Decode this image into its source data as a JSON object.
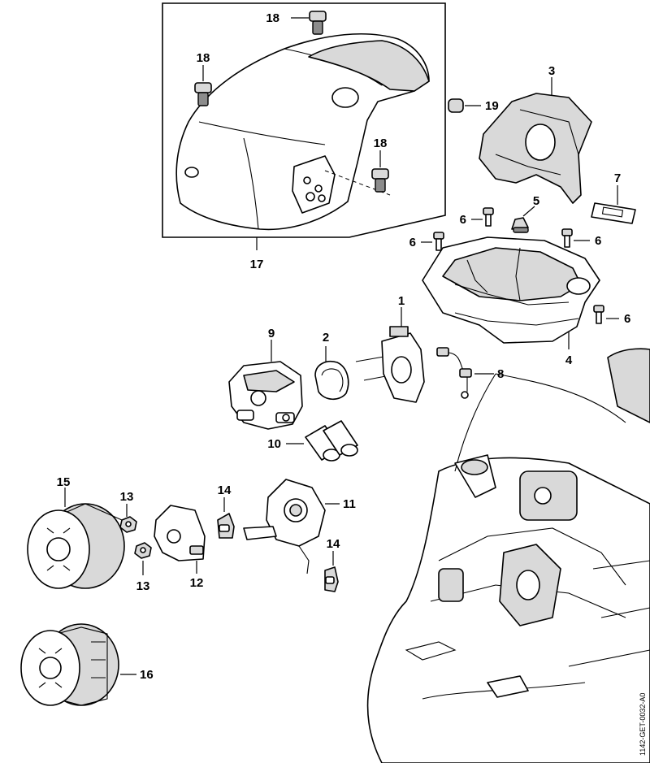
{
  "diagram": {
    "reference_code": "1142-GET-0032-A0",
    "callouts": {
      "c1": "1",
      "c2": "2",
      "c3": "3",
      "c4": "4",
      "c5": "5",
      "c6a": "6",
      "c6b": "6",
      "c6c": "6",
      "c6d": "6",
      "c7": "7",
      "c8": "8",
      "c9": "9",
      "c10": "10",
      "c11": "11",
      "c12": "12",
      "c13a": "13",
      "c13b": "13",
      "c14a": "14",
      "c14b": "14",
      "c15": "15",
      "c16": "16",
      "c17": "17",
      "c18a": "18",
      "c18b": "18",
      "c18c": "18",
      "c19": "19"
    }
  }
}
